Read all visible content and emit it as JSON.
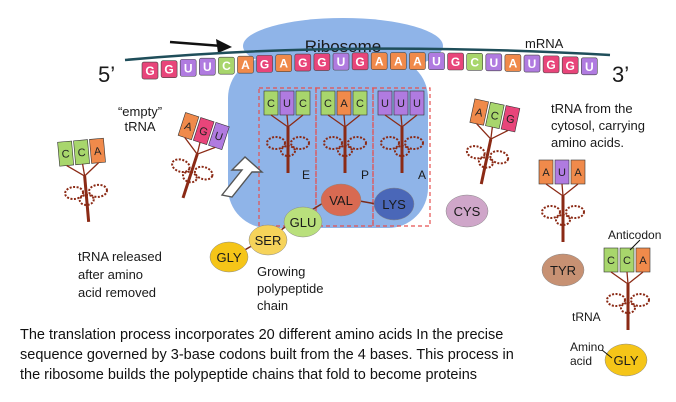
{
  "diagram": {
    "ribosome_label": "Ribosome",
    "mrna_label": "mRNA",
    "end_5": "5’",
    "end_3": "3’",
    "mrna_bases": [
      "G",
      "G",
      "U",
      "U",
      "C",
      "A",
      "G",
      "A",
      "G",
      "G",
      "U",
      "G",
      "A",
      "A",
      "A",
      "U",
      "G",
      "C",
      "U",
      "A",
      "U",
      "G",
      "G",
      "U"
    ],
    "site_letters": [
      "E",
      "P",
      "A"
    ],
    "codons": {
      "e_site": [
        "C",
        "U",
        "C"
      ],
      "p_site": [
        "C",
        "A",
        "C"
      ],
      "a_site": [
        "U",
        "U",
        "U"
      ],
      "incoming": [
        "A",
        "C",
        "G"
      ],
      "empty_trna": [
        "A",
        "G",
        "U"
      ],
      "released_trna": [
        "C",
        "C",
        "A"
      ],
      "tyr_trna": [
        "A",
        "U",
        "A"
      ],
      "gly_trna": [
        "C",
        "C",
        "A"
      ]
    },
    "amino_acids": {
      "gly": "GLY",
      "ser": "SER",
      "glu": "GLU",
      "val": "VAL",
      "lys": "LYS",
      "cys": "CYS",
      "tyr": "TYR",
      "gly2": "GLY"
    },
    "labels": {
      "empty_trna": [
        "“empty”",
        "tRNA"
      ],
      "released": [
        "tRNA released",
        "after amino",
        "acid removed"
      ],
      "growing": [
        "Growing",
        "polypeptide",
        "chain"
      ],
      "cytosol": [
        "tRNA from the",
        "cytosol, carrying",
        "amino acids."
      ],
      "anticodon": "Anticodon",
      "trna": "tRNA",
      "amino_acid": [
        "Amino",
        "acid"
      ]
    },
    "base_colors": {
      "A": "#f08a4b",
      "C": "#a8d66c",
      "G": "#e8457a",
      "U": "#b07be0"
    },
    "colors": {
      "ribosome": "#8fb4e8",
      "trna": "#8b2a15",
      "val": "#d86a52",
      "lys": "#4a67b8",
      "cys": "#cfa6c9",
      "tyr": "#c79173",
      "gly": "#f5c518",
      "ser": "#f6d35a",
      "glu": "#b9e07c",
      "site_box": "#e55050",
      "mrna": "#1f4e5a"
    }
  },
  "caption": [
    "The translation process incorporates 20 different amino acids In the precise",
    "sequence governed by 3-base codons built from the 4 bases. This process in",
    "the ribosome builds the polypeptide chains that fold to become proteins"
  ]
}
